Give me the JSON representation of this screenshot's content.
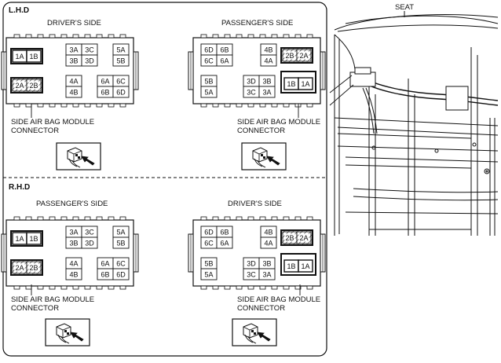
{
  "labels": {
    "lhd": "L.H.D",
    "rhd": "R.H.D",
    "seat": "SEAT"
  },
  "panels": [
    {
      "id": "lhd-driver",
      "side": "DRIVER'S SIDE",
      "callout": [
        "SIDE AIR BAG MODULE",
        "CONNECTOR"
      ],
      "variant": "driver"
    },
    {
      "id": "lhd-passenger",
      "side": "PASSENGER'S SIDE",
      "callout": [
        "SIDE AIR BAG MODULE",
        "CONNECTOR"
      ],
      "variant": "passenger"
    },
    {
      "id": "rhd-passenger",
      "side": "PASSENGER'S SIDE",
      "callout": [
        "SIDE AIR BAG MODULE",
        "CONNECTOR"
      ],
      "variant": "driver"
    },
    {
      "id": "rhd-driver",
      "side": "DRIVER'S SIDE",
      "callout": [
        "SIDE AIR BAG MODULE",
        "CONNECTOR"
      ],
      "variant": "passenger"
    }
  ],
  "connectors": {
    "driver": [
      {
        "cell": "1A",
        "style": "bold"
      },
      {
        "cell": "1B",
        "style": "bold"
      },
      {
        "cell": "2A",
        "style": "hatched"
      },
      {
        "cell": "2B",
        "style": "hatched"
      },
      {
        "cell": "3A"
      },
      {
        "cell": "3C"
      },
      {
        "cell": "3B"
      },
      {
        "cell": "3D"
      },
      {
        "cell": "4A"
      },
      {
        "cell": "4B"
      },
      {
        "cell": "5A"
      },
      {
        "cell": "5B"
      },
      {
        "cell": "6A"
      },
      {
        "cell": "6C"
      },
      {
        "cell": "6B"
      },
      {
        "cell": "6D"
      }
    ],
    "passenger": [
      {
        "cell": "6D"
      },
      {
        "cell": "6B"
      },
      {
        "cell": "6C"
      },
      {
        "cell": "6A"
      },
      {
        "cell": "4B"
      },
      {
        "cell": "4A"
      },
      {
        "cell": "2B",
        "style": "hatched"
      },
      {
        "cell": "2A",
        "style": "hatched"
      },
      {
        "cell": "5B"
      },
      {
        "cell": "5A"
      },
      {
        "cell": "3D"
      },
      {
        "cell": "3B"
      },
      {
        "cell": "3C"
      },
      {
        "cell": "3A"
      },
      {
        "cell": "1B",
        "style": "bold"
      },
      {
        "cell": "1A",
        "style": "bold"
      }
    ]
  },
  "colors": {
    "line": "#111111",
    "background": "#ffffff",
    "hatch": "#333333"
  },
  "icons": [
    "connector-arrow-icon",
    "seat-underside-illustration"
  ]
}
